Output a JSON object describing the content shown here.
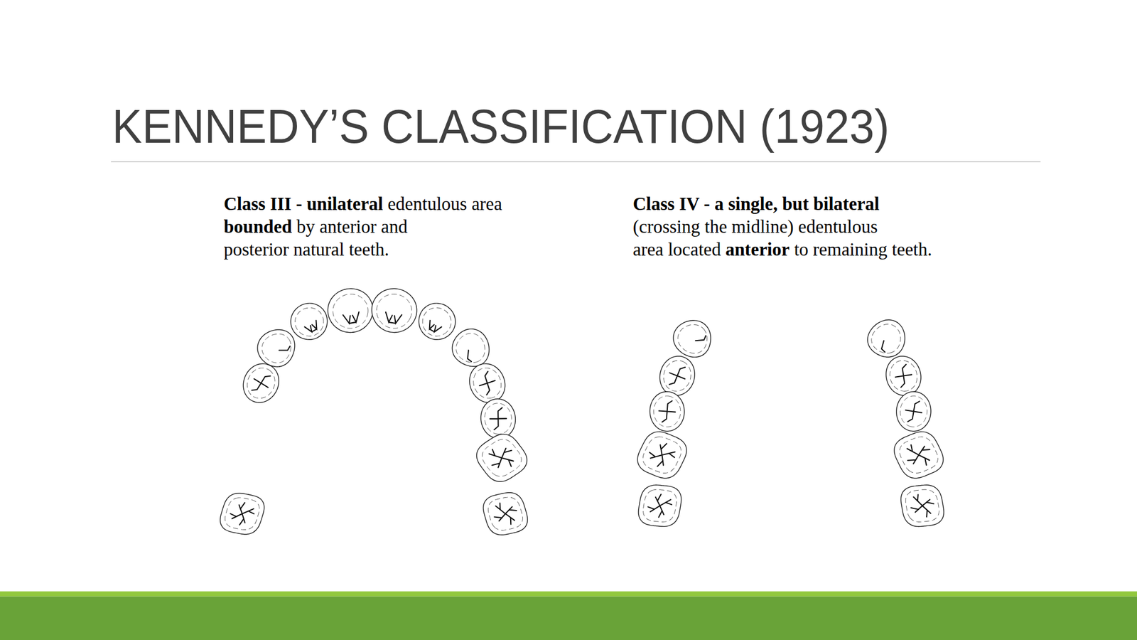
{
  "diagram": {
    "title": "KENNEDY’S CLASSIFICATION (1923)",
    "labels": [
      "Class III - unilateral edentulous area bounded by anterior and posterior natural teeth.",
      "Class IV - a single, but bilateral (crossing the midline) edentulous area located anterior to remaining teeth."
    ]
  }
}
